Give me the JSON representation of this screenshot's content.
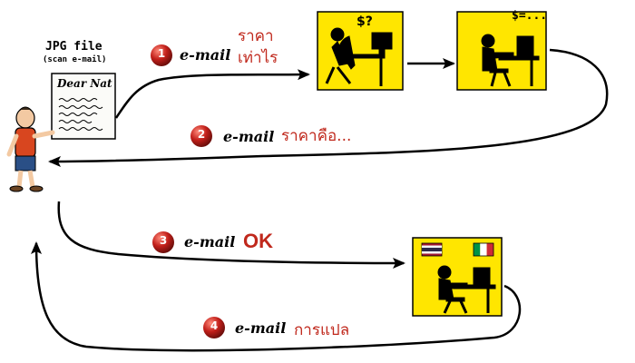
{
  "scan": {
    "title": "JPG file",
    "subtitle": "(scan e-mail)",
    "letter_greeting": "Dear Nat"
  },
  "step1": {
    "number": "1",
    "label": "e-mail",
    "thai_line1": "ราคา",
    "thai_line2": "เท่าไร"
  },
  "step2": {
    "number": "2",
    "label": "e-mail",
    "thai": "ราคาคือ..."
  },
  "step3": {
    "number": "3",
    "label": "e-mail",
    "status": "OK"
  },
  "step4": {
    "number": "4",
    "label": "e-mail",
    "thai": "การแปล"
  },
  "panels": {
    "thinking": {
      "bubble": "$?"
    },
    "pricing": {
      "bubble": "$=..."
    },
    "translating": {
      "flags": [
        "thai-flag-icon",
        "italian-flag-icon"
      ]
    }
  },
  "colors": {
    "badge": "#c21f1a",
    "panel_bg": "#ffe600",
    "accent_text": "#c0281c",
    "arrow": "#000000"
  }
}
